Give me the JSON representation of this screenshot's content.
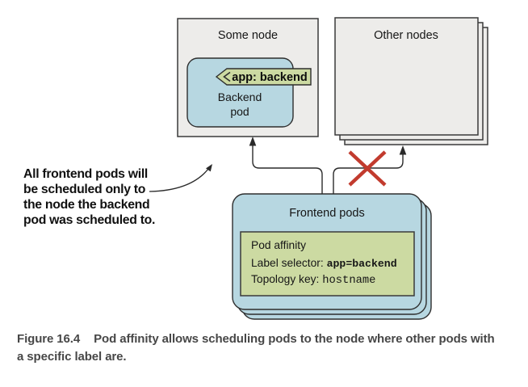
{
  "colors": {
    "node_fill": "#edecea",
    "node_border": "#3a3a3a",
    "pod_fill": "#b7d7e1",
    "pod_border": "#2e2e2e",
    "green_fill": "#ccdaa2",
    "green_border": "#3a3a3a",
    "arrow": "#2a2a2a",
    "cross": "#c23b2e",
    "text": "#161616",
    "caption": "#474747"
  },
  "nodes": {
    "some_node": {
      "title": "Some node"
    },
    "other_nodes": {
      "title": "Other nodes"
    }
  },
  "backend_pod": {
    "tag": "app: backend",
    "name_line1": "Backend",
    "name_line2": "pod"
  },
  "frontend_pods": {
    "title": "Frontend pods",
    "affinity": {
      "heading": "Pod affinity",
      "selector_label": "Label selector: ",
      "selector_value": "app=backend",
      "topology_label": "Topology key: ",
      "topology_value": "hostname"
    }
  },
  "annotation": {
    "lines": [
      "All frontend pods will",
      "be scheduled only to",
      "the node the backend",
      "pod was scheduled to."
    ]
  },
  "caption": {
    "label": "Figure 16.4",
    "text": "Pod affinity allows scheduling pods to the node where other pods with a specific label are."
  }
}
